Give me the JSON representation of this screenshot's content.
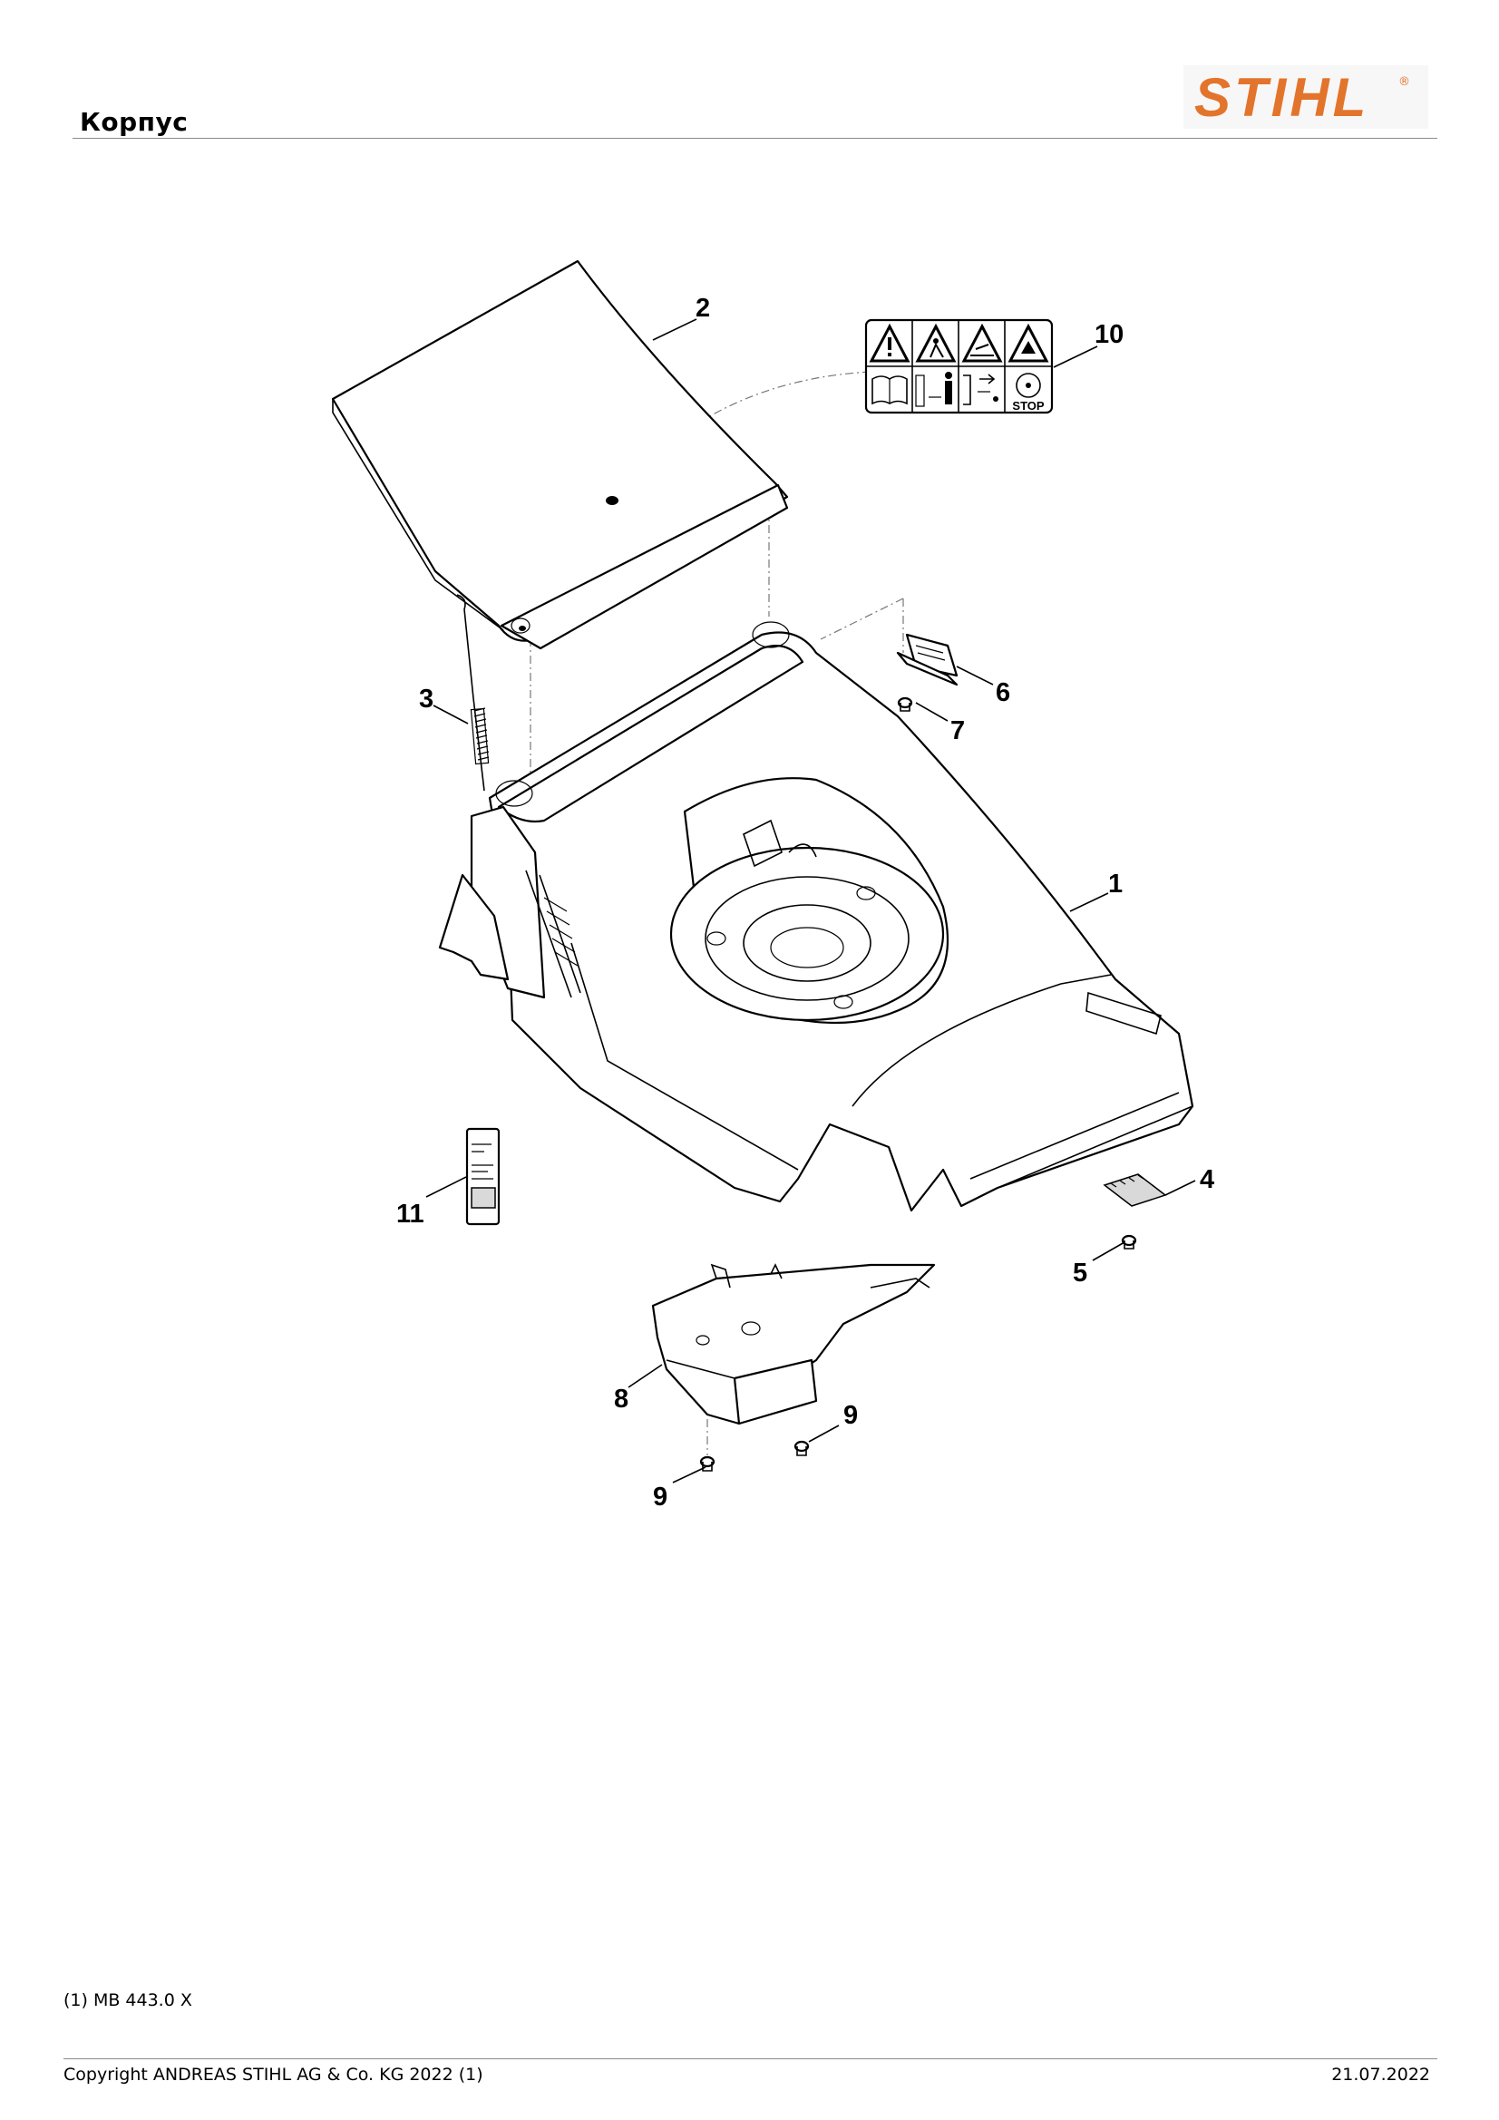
{
  "header": {
    "title": "Корпус",
    "brand": "STIHL",
    "brand_mark": "®",
    "brand_color": "#e3742b"
  },
  "callouts": [
    {
      "id": "1",
      "label": "1"
    },
    {
      "id": "2",
      "label": "2"
    },
    {
      "id": "3",
      "label": "3"
    },
    {
      "id": "4",
      "label": "4"
    },
    {
      "id": "5",
      "label": "5"
    },
    {
      "id": "6",
      "label": "6"
    },
    {
      "id": "7",
      "label": "7"
    },
    {
      "id": "8",
      "label": "8"
    },
    {
      "id": "9a",
      "label": "9"
    },
    {
      "id": "9b",
      "label": "9"
    },
    {
      "id": "10",
      "label": "10"
    },
    {
      "id": "11",
      "label": "11"
    }
  ],
  "decal_10": {
    "stop_text": "STOP",
    "top_row_icons": [
      "warning-icon",
      "thrown-object-icon",
      "blade-hazard-icon",
      "rotating-blade-icon"
    ],
    "bottom_row_icons": [
      "manual-book-icon",
      "keep-distance-icon",
      "disconnect-icon",
      "stop-blade-icon"
    ]
  },
  "footnote": "(1) MB 443.0 X",
  "footer": {
    "copyright": "Copyright ANDREAS STIHL AG & Co. KG 2022 (1)",
    "date": "21.07.2022"
  }
}
